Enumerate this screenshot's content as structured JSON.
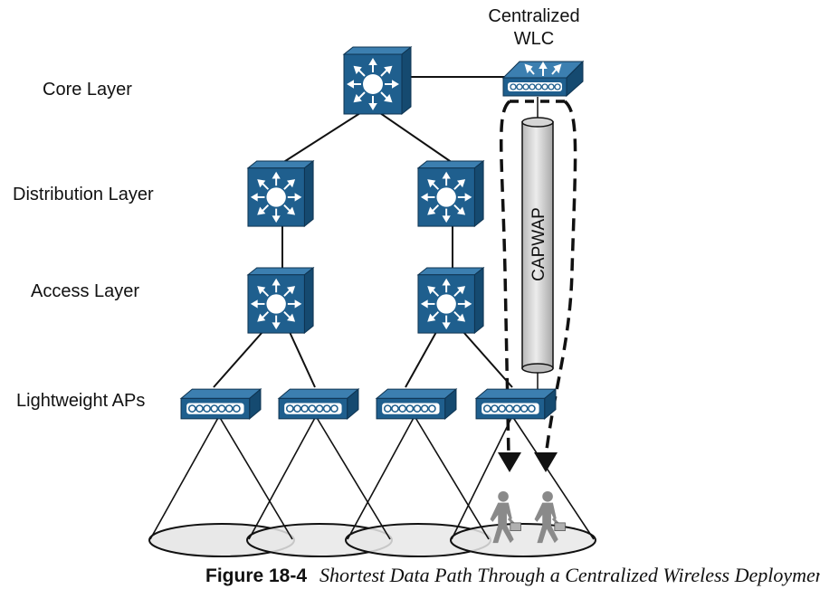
{
  "labels": {
    "core": "Core Layer",
    "distribution": "Distribution Layer",
    "access": "Access Layer",
    "aps": "Lightweight APs",
    "wlc_line1": "Centralized",
    "wlc_line2": "WLC",
    "tunnel": "CAPWAP"
  },
  "caption": {
    "number": "Figure 18-4",
    "title": "Shortest Data Path Through a Centralized Wireless Deployment"
  },
  "colors": {
    "device": "#1f5f8e",
    "device_dark": "#154a70",
    "device_top": "#3c7fb0",
    "tunnel": "#dcdcdc",
    "coverage": "#e6e6e6",
    "client": "#8a8a8a"
  },
  "icons": [
    "multilayer-switch-icon",
    "wlc-icon",
    "access-point-icon",
    "user-icon",
    "capwap-tunnel-icon"
  ]
}
